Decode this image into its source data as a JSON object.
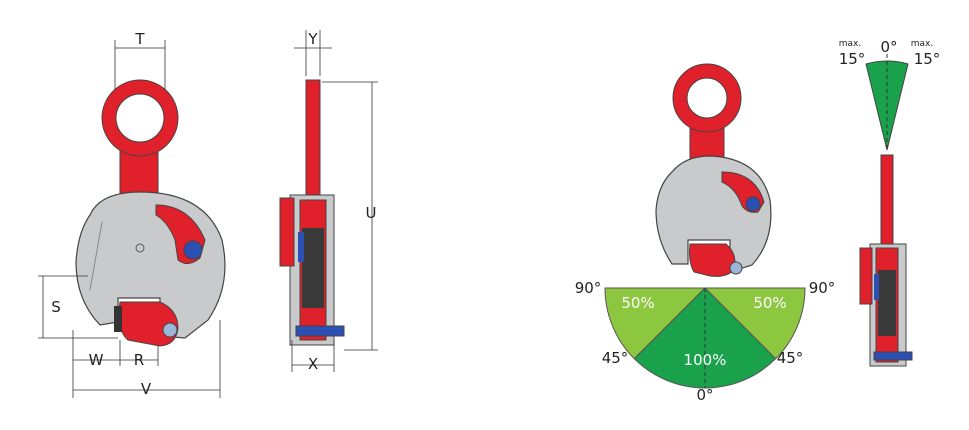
{
  "dimensions": {
    "T": "T",
    "Y": "Y",
    "U": "U",
    "S": "S",
    "W": "W",
    "R": "R",
    "V": "V",
    "X": "X"
  },
  "load_fan": {
    "angle_left": "90°",
    "angle_right": "90°",
    "angle_lower_left": "45°",
    "angle_lower_right": "45°",
    "angle_bottom": "0°",
    "zone_left": "50%",
    "zone_right": "50%",
    "zone_center": "100%",
    "color_side": "#8dc63f",
    "color_center": "#1aa14b"
  },
  "tilt": {
    "max_left": "max.",
    "max_right": "max.",
    "angle_left": "15°",
    "angle_right": "15°",
    "angle_center": "0°",
    "color": "#1aa14b"
  },
  "colors": {
    "red": "#e0202a",
    "grey": "#c9cacc",
    "blue": "#2b4fb3",
    "outline": "#444444"
  }
}
